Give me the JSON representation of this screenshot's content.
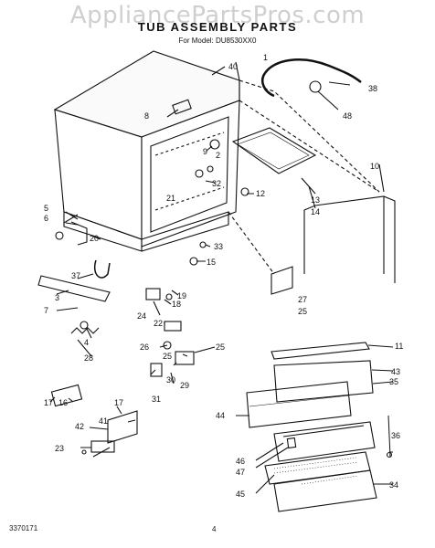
{
  "watermark": "AppliancePartsPros.com",
  "title": "TUB ASSEMBLY PARTS",
  "model": "For Model: DU8530XX0",
  "doc_number": "3370171",
  "page_number": "4",
  "callouts": [
    "1",
    "2",
    "3",
    "4",
    "5",
    "6",
    "7",
    "8",
    "9",
    "10",
    "11",
    "12",
    "13",
    "14",
    "15",
    "16",
    "17",
    "17",
    "17",
    "18",
    "19",
    "20",
    "21",
    "22",
    "23",
    "24",
    "25",
    "25",
    "25",
    "26",
    "27",
    "28",
    "29",
    "30",
    "31",
    "32",
    "33",
    "34",
    "35",
    "36",
    "37",
    "38",
    "40",
    "41",
    "42",
    "43",
    "44",
    "45",
    "46",
    "47",
    "48"
  ]
}
